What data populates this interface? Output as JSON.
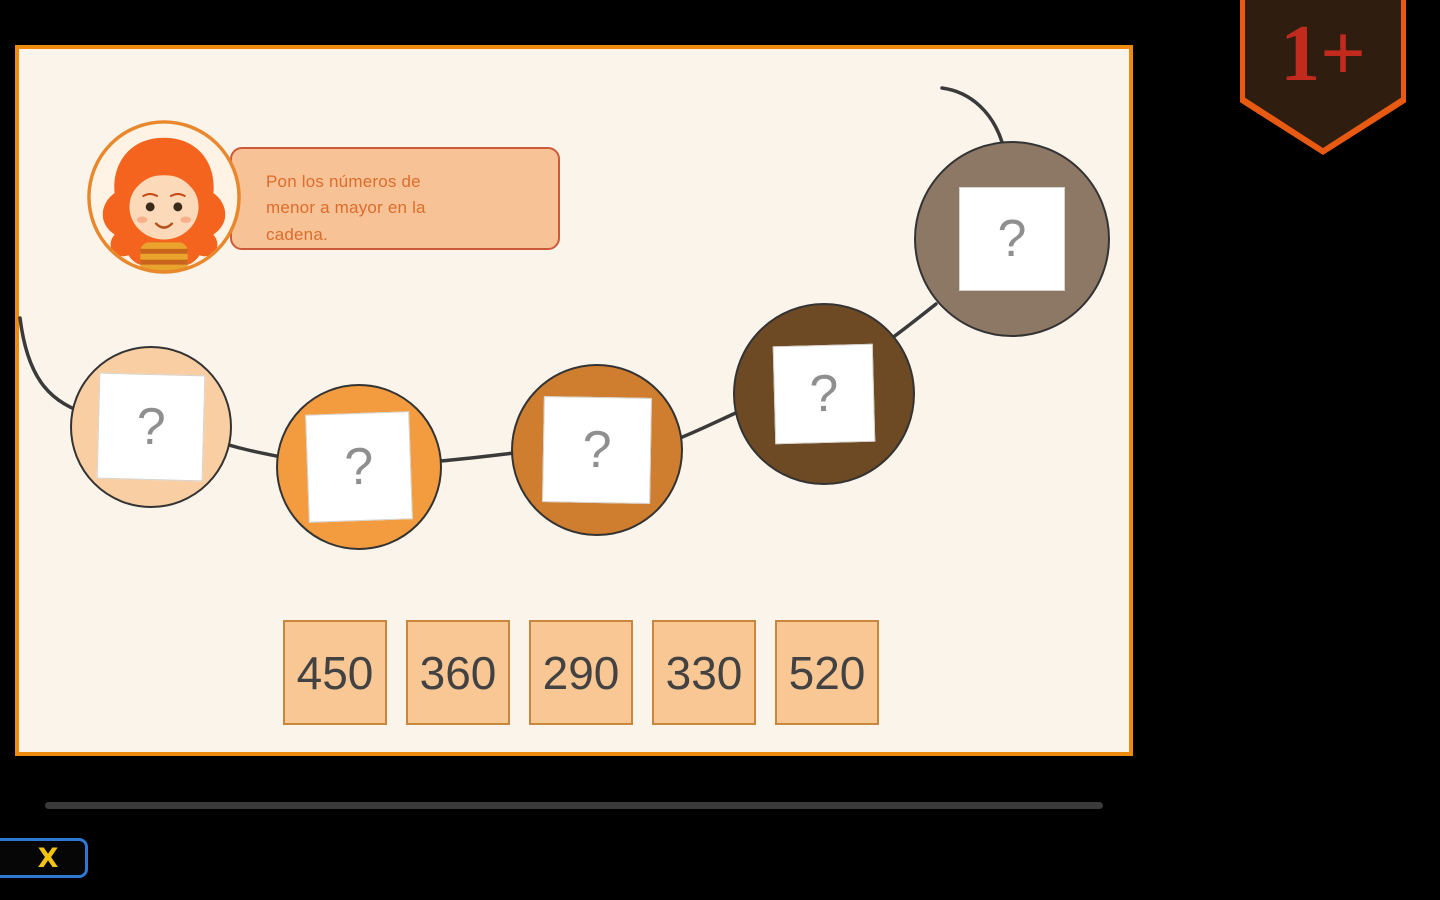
{
  "colors": {
    "background": "#000000",
    "panel_bg": "#FBF4EA",
    "panel_border": "#EE8A0D",
    "badge_bg": "#2F1D10",
    "badge_border": "#E85A12",
    "badge_text": "#C22A1E",
    "bubble_bg": "#F6C296",
    "bubble_border": "#CC5A38",
    "bubble_text": "#DD6D2B",
    "tile_bg": "#F8C794",
    "tile_border": "#C9873D",
    "chain_link": "#3A3A3A",
    "close_border": "#2E78D2",
    "close_text": "#F2C410"
  },
  "badge": {
    "label": "1+"
  },
  "instruction": {
    "text": "Pon los números de menor a mayor en la cadena."
  },
  "chain": {
    "slots": [
      {
        "placeholder": "?",
        "color": "#F8CEA2"
      },
      {
        "placeholder": "?",
        "color": "#F29C3F"
      },
      {
        "placeholder": "?",
        "color": "#CE7E2E"
      },
      {
        "placeholder": "?",
        "color": "#6E4A24"
      },
      {
        "placeholder": "?",
        "color": "#8D7765"
      }
    ]
  },
  "tiles": {
    "values": [
      "450",
      "360",
      "290",
      "330",
      "520"
    ]
  },
  "close_button": {
    "label": "X"
  }
}
